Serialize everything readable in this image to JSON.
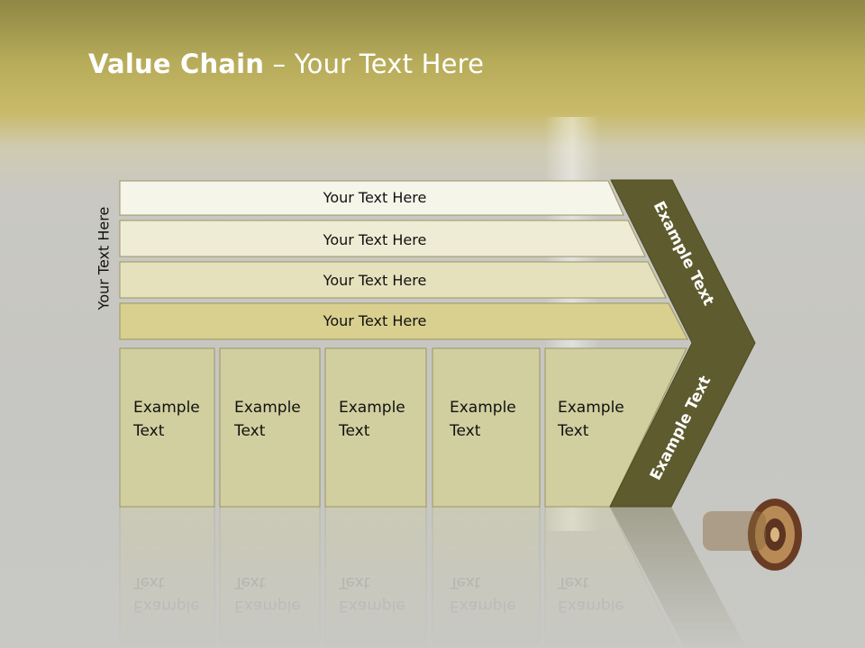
{
  "slide": {
    "title_bold": "Value Chain",
    "title_rest": " – Your Text Here",
    "side_label": "Your Text Here"
  },
  "bars": [
    {
      "label": "Your Text Here",
      "fill": "#f6f5ea"
    },
    {
      "label": "Your Text Here",
      "fill": "#efecd5"
    },
    {
      "label": "Your Text Here",
      "fill": "#e6e1bd"
    },
    {
      "label": "Your Text Here",
      "fill": "#d9d08f"
    }
  ],
  "columns": [
    {
      "line1": "Example",
      "line2": "Text"
    },
    {
      "line1": "Example",
      "line2": "Text"
    },
    {
      "line1": "Example",
      "line2": "Text"
    },
    {
      "line1": "Example",
      "line2": "Text"
    },
    {
      "line1": "Example",
      "line2": "Text"
    }
  ],
  "chevron": {
    "upper_label": "Example Text",
    "lower_label": "Example Text",
    "fill": "#5e5b2e"
  },
  "colors": {
    "column_fill": "#d1cf9f",
    "bar_stroke": "#9c9660",
    "title": "#ffffff"
  }
}
